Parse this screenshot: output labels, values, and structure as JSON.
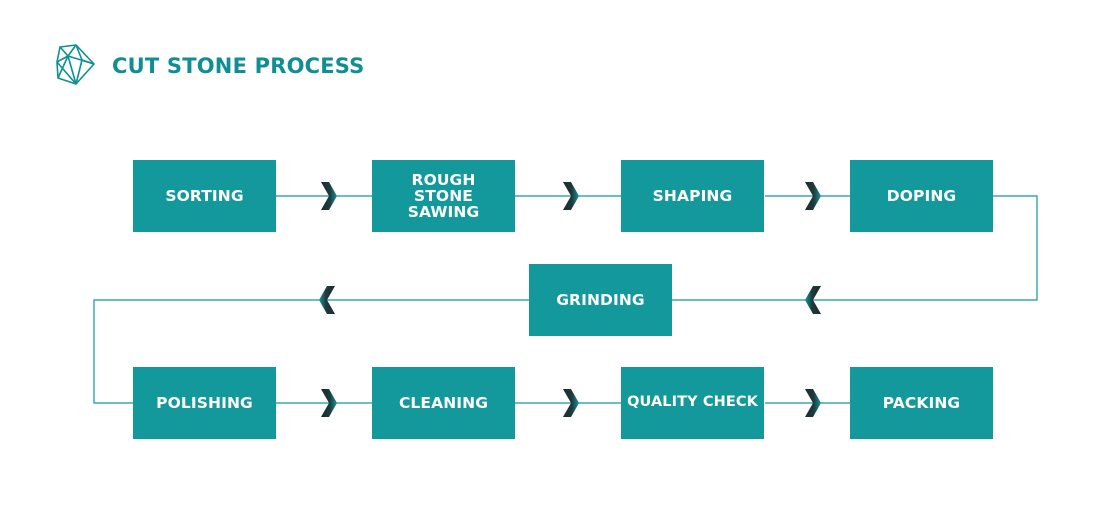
{
  "header": {
    "title": "CUT STONE PROCESS",
    "logo_icon": "diamond-icon"
  },
  "colors": {
    "accent": "#13989c",
    "title": "#0f8f93",
    "line": "#13989c",
    "arrow_dark": "#1d2b2e",
    "text_on_box": "#ffffff",
    "background": "#ffffff"
  },
  "steps": [
    {
      "id": "sorting",
      "label": "SORTING"
    },
    {
      "id": "rough-stone-sawing",
      "label": "ROUGH STONE SAWING"
    },
    {
      "id": "shaping",
      "label": "SHAPING"
    },
    {
      "id": "doping",
      "label": "DOPING"
    },
    {
      "id": "grinding",
      "label": "GRINDING"
    },
    {
      "id": "polishing",
      "label": "POLISHING"
    },
    {
      "id": "cleaning",
      "label": "CLEANING"
    },
    {
      "id": "quality-check",
      "label": "QUALITY CHECK"
    },
    {
      "id": "packing",
      "label": "PACKING"
    }
  ]
}
